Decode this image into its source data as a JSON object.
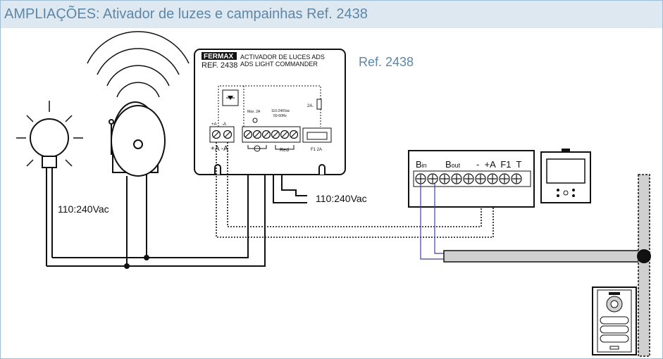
{
  "title": "AMPLIAÇÕES: Ativador de luzes e campainhas Ref. 2438",
  "ref_label": "Ref. 2438",
  "module": {
    "brand": "FERMAX",
    "ref": "REF. 2438",
    "name_line1": "ACTIVADOR DE LUCES ADS",
    "name_line2": "ADS LIGHT COMMANDER",
    "max_label": "Max. 2A",
    "voltage_line1": "110-240Vac",
    "voltage_line2": "50-60Hz",
    "fuse_rating": "2A.",
    "term_plus": "+A",
    "term_minus": "-A",
    "bottom_terminals": "+A -A",
    "red_label": "Red",
    "fuse_label": "F1  2A"
  },
  "supply_left": "110:240Vac",
  "supply_right": "110:240Vac",
  "monitor_terminals": {
    "bin": "B",
    "bin_sub": "in",
    "bout": "B",
    "bout_sub": "out",
    "rest": "-  +A  F1  T"
  },
  "colors": {
    "title": "#5d87a8",
    "title_bg": "#dde8f1",
    "bus_wire": "#3f3fa0"
  }
}
